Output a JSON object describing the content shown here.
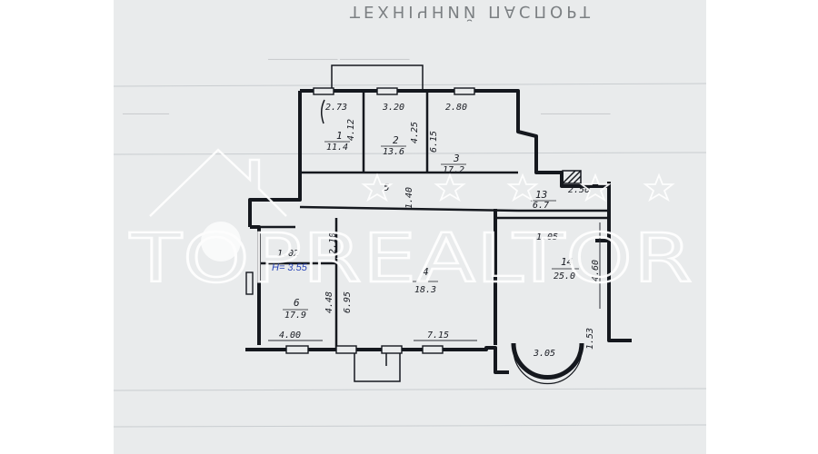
{
  "document": {
    "title": "ТЕХНІЧНИЙ ПАСПОРТ",
    "note": "Н= 3.55"
  },
  "watermark": {
    "text": "TOPREALTOR"
  },
  "dimensions": {
    "d273": "2.73",
    "d320": "3.20",
    "d280": "2.80",
    "d412": "4.12",
    "d425": "4.25",
    "d615": "6.15",
    "d140": "1.40",
    "d210": "2.10",
    "d448": "4.48",
    "d695": "6.95",
    "d400": "4.00",
    "d715": "7.15",
    "d105": "1.05",
    "d460": "4.60",
    "d305": "3.05",
    "d153": "1.53",
    "d250": "2.50",
    "d102": "1.02"
  },
  "rooms": [
    {
      "number": "1",
      "area": "11.4"
    },
    {
      "number": "2",
      "area": "13.6"
    },
    {
      "number": "3",
      "area": "17.2"
    },
    {
      "number": "4",
      "area": "18.3"
    },
    {
      "number": "5",
      "area": ""
    },
    {
      "number": "6",
      "area": "17.9"
    },
    {
      "number": "13",
      "area": "6.7"
    },
    {
      "number": "14",
      "area": "25.0"
    }
  ]
}
